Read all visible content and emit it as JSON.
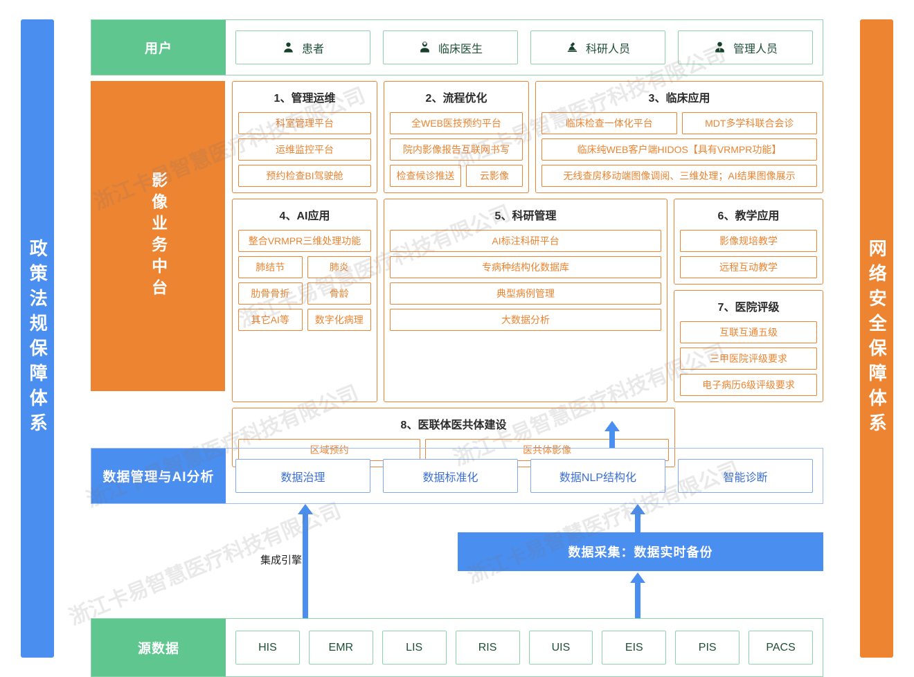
{
  "rails": {
    "left": {
      "label": "政策法规保障体系",
      "color": "#4A8EF0"
    },
    "right": {
      "label": "网络安全保障体系",
      "color": "#EC8431"
    }
  },
  "users": {
    "label": "用户",
    "color": "#5FC68F",
    "items": [
      {
        "icon": "user-icon",
        "label": "患者"
      },
      {
        "icon": "doctor-icon",
        "label": "临床医生"
      },
      {
        "icon": "microscope-icon",
        "label": "科研人员"
      },
      {
        "icon": "manager-icon",
        "label": "管理人员"
      }
    ]
  },
  "middle": {
    "label": "影像业务中台",
    "color": "#EC8431",
    "groups": [
      {
        "title": "1、管理运维",
        "rows": [
          [
            "科室管理平台"
          ],
          [
            "运维监控平台"
          ],
          [
            "预约检查BI驾驶舱"
          ]
        ]
      },
      {
        "title": "2、流程优化",
        "rows": [
          [
            "全WEB医技预约平台"
          ],
          [
            "院内影像报告互联网书写"
          ],
          [
            "检查候诊推送",
            "云影像"
          ]
        ]
      },
      {
        "title": "3、临床应用",
        "rows": [
          [
            "临床检查一体化平台",
            "MDT多学科联合会诊"
          ],
          [
            "临床纯WEB客户端HIDOS【具有VRMPR功能】"
          ],
          [
            "无线查房移动端图像调阅、三维处理；AI结果图像展示"
          ]
        ]
      },
      {
        "title": "4、AI应用",
        "rows": [
          [
            "整合VRMPR三维处理功能"
          ],
          [
            "肺结节",
            "肺炎"
          ],
          [
            "肋骨骨折",
            "骨龄"
          ],
          [
            "其它AI等",
            "数字化病理"
          ]
        ]
      },
      {
        "title": "5、科研管理",
        "rows": [
          [
            "AI标注科研平台"
          ],
          [
            "专病种结构化数据库"
          ],
          [
            "典型病例管理"
          ],
          [
            "大数据分析"
          ]
        ]
      },
      {
        "title": "6、教学应用",
        "rows": [
          [
            "影像规培教学"
          ],
          [
            "远程互动教学"
          ]
        ]
      },
      {
        "title": "7、医院评级",
        "rows": [
          [
            "互联互通五级"
          ],
          [
            "三甲医院评级要求"
          ],
          [
            "电子病历6级评级要求"
          ]
        ]
      },
      {
        "title": "8、医联体医共体建设",
        "rows": [
          [
            "区域预约",
            "医共体影像"
          ]
        ]
      }
    ]
  },
  "data_management": {
    "label": "数据管理与AI分析",
    "color": "#4A8EF0",
    "items": [
      "数据治理",
      "数据标准化",
      "数据NLP结构化",
      "智能诊断"
    ]
  },
  "integration": {
    "engine_label": "集成引擎",
    "collection_label": "数据采集：数据实时备份",
    "collection_color": "#4A8EF0"
  },
  "source_data": {
    "label": "源数据",
    "color": "#5FC68F",
    "items": [
      "HIS",
      "EMR",
      "LIS",
      "RIS",
      "UIS",
      "EIS",
      "PIS",
      "PACS"
    ]
  },
  "watermark": {
    "text": "浙江卡易智慧医疗科技有限公司"
  }
}
